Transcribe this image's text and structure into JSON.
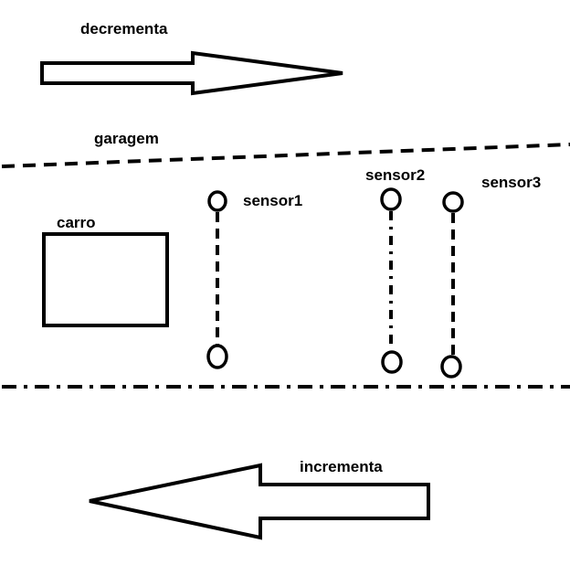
{
  "labels": {
    "decrementa": "decrementa",
    "garagem": "garagem",
    "carro": "carro",
    "sensor1": "sensor1",
    "sensor2": "sensor2",
    "sensor3": "sensor3",
    "incrementa": "incrementa"
  },
  "colors": {
    "ink": "#000000",
    "background": "#ffffff"
  }
}
